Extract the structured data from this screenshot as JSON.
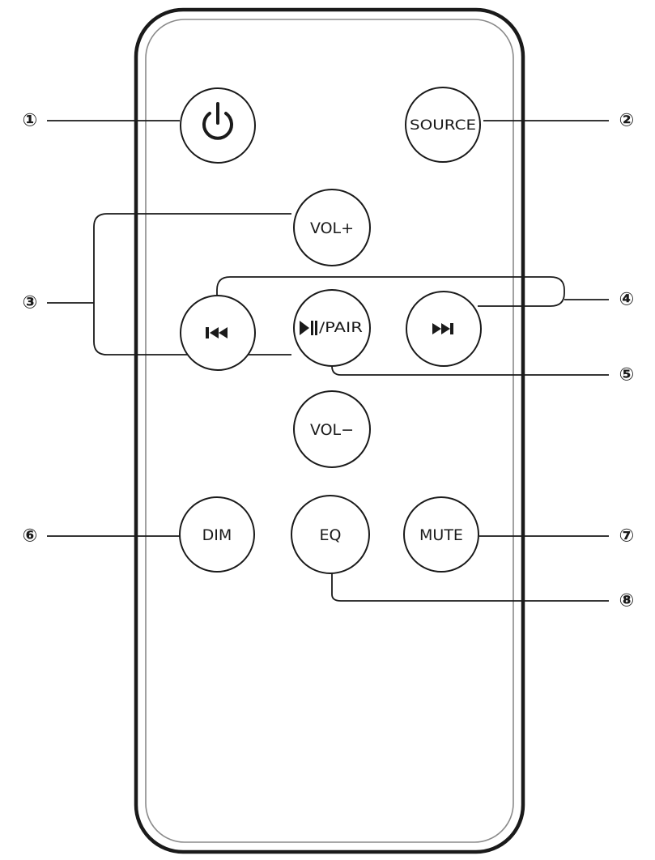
{
  "buttons": {
    "power": {
      "icon": "power-icon"
    },
    "source": {
      "label": "SOURCE"
    },
    "vol_up": {
      "label": "VOL+"
    },
    "prev": {
      "icon": "skip-previous-icon"
    },
    "play_pair": {
      "label": "/PAIR",
      "icon": "play-pause-icon"
    },
    "next": {
      "icon": "skip-next-icon"
    },
    "vol_down": {
      "label": "VOL−"
    },
    "dim": {
      "label": "DIM"
    },
    "eq": {
      "label": "EQ"
    },
    "mute": {
      "label": "MUTE"
    }
  },
  "callouts": [
    "①",
    "②",
    "③",
    "④",
    "⑤",
    "⑥",
    "⑦",
    "⑧"
  ],
  "colors": {
    "line": "#1a1a1a",
    "inner_outline": "#8a8a8a",
    "background": "#ffffff"
  }
}
